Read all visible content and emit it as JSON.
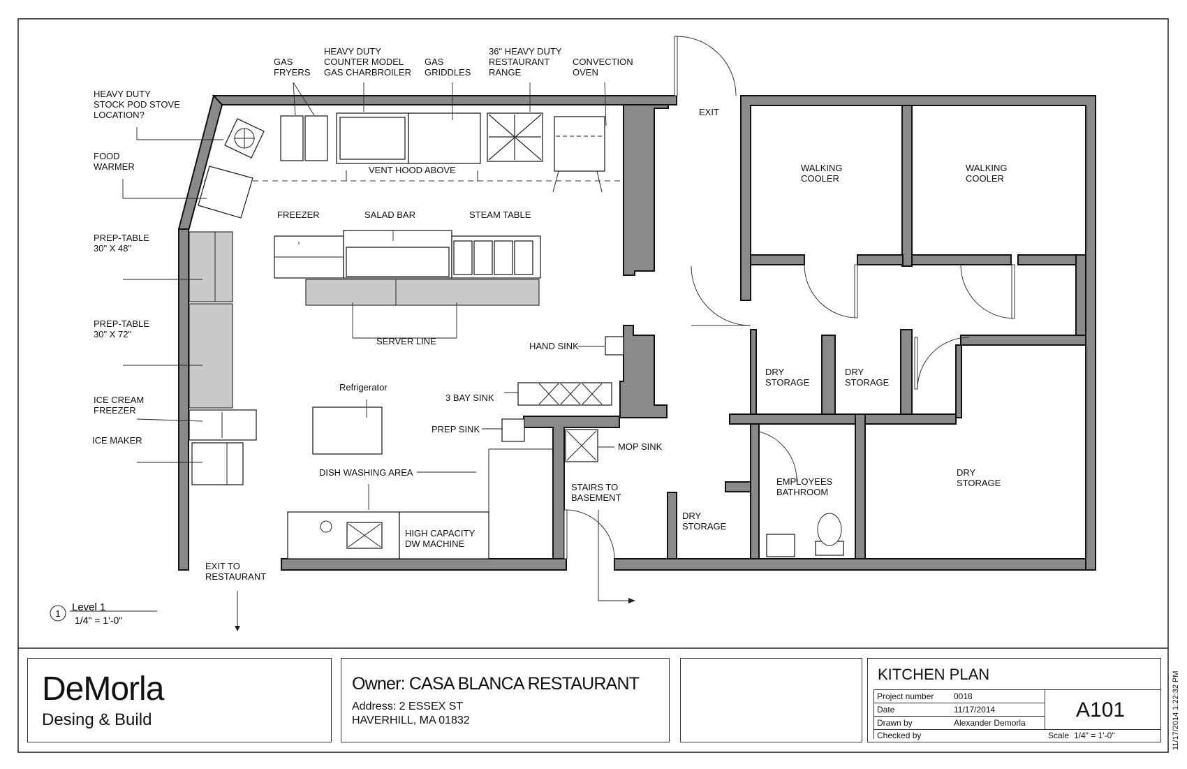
{
  "drawing": {
    "labels": {
      "stock_pot": [
        "HEAVY DUTY",
        "STOCK POD STOVE",
        "LOCATION?"
      ],
      "gas_fryers": [
        "GAS",
        "FRYERS"
      ],
      "charbroiler": [
        "HEAVY DUTY",
        "COUNTER MODEL",
        "GAS CHARBROILER"
      ],
      "gas_griddles": [
        "GAS",
        "GRIDDLES"
      ],
      "range": [
        "36\" HEAVY DUTY",
        "RESTAURANT",
        "RANGE"
      ],
      "convection_oven": [
        "CONVECTION",
        "OVEN"
      ],
      "exit": "EXIT",
      "food_warmer": [
        "FOOD",
        "WARMER"
      ],
      "vent_hood": "VENT HOOD ABOVE",
      "freezer": "FREEZER",
      "salad_bar": "SALAD BAR",
      "steam_table": "STEAM TABLE",
      "prep_table_48": [
        "PREP-TABLE",
        "30\" X 48\""
      ],
      "prep_table_72": [
        "PREP-TABLE",
        "30\" X 72\""
      ],
      "server_line": "SERVER LINE",
      "hand_sink": "HAND SINK",
      "refrigerator": "Refrigerator",
      "three_bay_sink": "3 BAY SINK",
      "prep_sink": "PREP SINK",
      "ice_cream_freezer": [
        "ICE CREAM",
        "FREEZER"
      ],
      "ice_maker": "ICE MAKER",
      "mop_sink": "MOP SINK",
      "dish_washing": "DISH WASHING AREA",
      "stairs": [
        "STAIRS TO",
        "BASEMENT"
      ],
      "dw_machine": [
        "HIGH CAPACITY",
        "DW MACHINE"
      ],
      "exit_restaurant": [
        "EXIT TO",
        "RESTAURANT"
      ],
      "walking_cooler_1": [
        "WALKING",
        "COOLER"
      ],
      "walking_cooler_2": [
        "WALKING",
        "COOLER"
      ],
      "dry_storage_1": [
        "DRY",
        "STORAGE"
      ],
      "dry_storage_2": [
        "DRY",
        "STORAGE"
      ],
      "dry_storage_3": [
        "DRY",
        "STORAGE"
      ],
      "dry_storage_4": [
        "DRY",
        "STORAGE"
      ],
      "employees_bathroom": [
        "EMPLOYEES",
        "BATHROOM"
      ]
    },
    "level": {
      "number": "1",
      "name": "Level 1",
      "scale": "1/4\" = 1'-0\""
    }
  },
  "title_block": {
    "firm_name": "DeMorla",
    "firm_tagline": "Desing & Build",
    "owner": "Owner: CASA BLANCA RESTAURANT",
    "address_line1": "Address: 2 ESSEX ST",
    "address_line2": "HAVERHILL, MA 01832",
    "sheet_title": "KITCHEN PLAN",
    "project_number_label": "Project number",
    "project_number": "0018",
    "date_label": "Date",
    "date": "11/17/2014",
    "drawn_by_label": "Drawn by",
    "drawn_by": "Alexander Demorla",
    "checked_by_label": "Checked by",
    "checked_by": "",
    "sheet_number": "A101",
    "scale_label": "Scale",
    "scale": "1/4\" = 1'-0\"",
    "timestamp": "11/17/2014 1:22:32 PM"
  }
}
